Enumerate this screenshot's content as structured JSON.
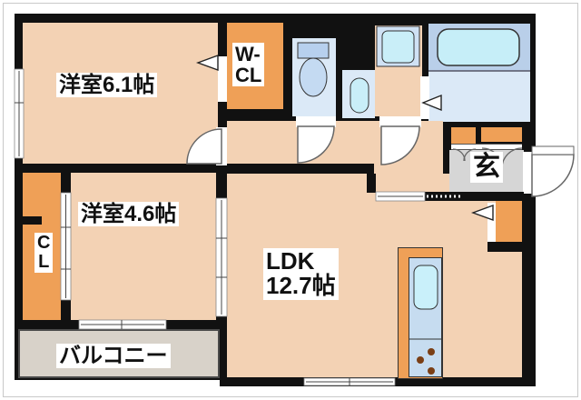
{
  "floorplan": {
    "type": "apartment-floor-plan",
    "rooms": {
      "bedroom1": {
        "label": "洋室6.1帖"
      },
      "bedroom2": {
        "label": "洋室4.6帖"
      },
      "ldk": {
        "name": "LDK",
        "size": "12.7帖"
      },
      "walk_in_closet": {
        "line1": "W-",
        "line2": "CL"
      },
      "closet": {
        "line1": "C",
        "line2": "L"
      },
      "entrance": {
        "label": "玄"
      },
      "balcony": {
        "label": "バルコニー"
      }
    },
    "fixtures": [
      "toilet-icon",
      "washbasin-icon",
      "washing-machine-pan-icon",
      "bathtub-icon",
      "kitchen-sink-icon",
      "stove-burners-icon",
      "shoe-cabinet-icon"
    ],
    "colors": {
      "wall": "#111111",
      "room_floor": "#f3d2b4",
      "closet_orange": "#efa057",
      "balcony_gray": "#d8d2c9",
      "entrance_gray": "#d6d6d6",
      "water_area_blue": "#dbe9f7",
      "bathtub_zone_blue": "#b9cfe9",
      "fixture_cyan": "#c6eef8",
      "kitchen_unit_blue": "#c6dcf0",
      "burner_brown": "#7a3f16"
    }
  }
}
